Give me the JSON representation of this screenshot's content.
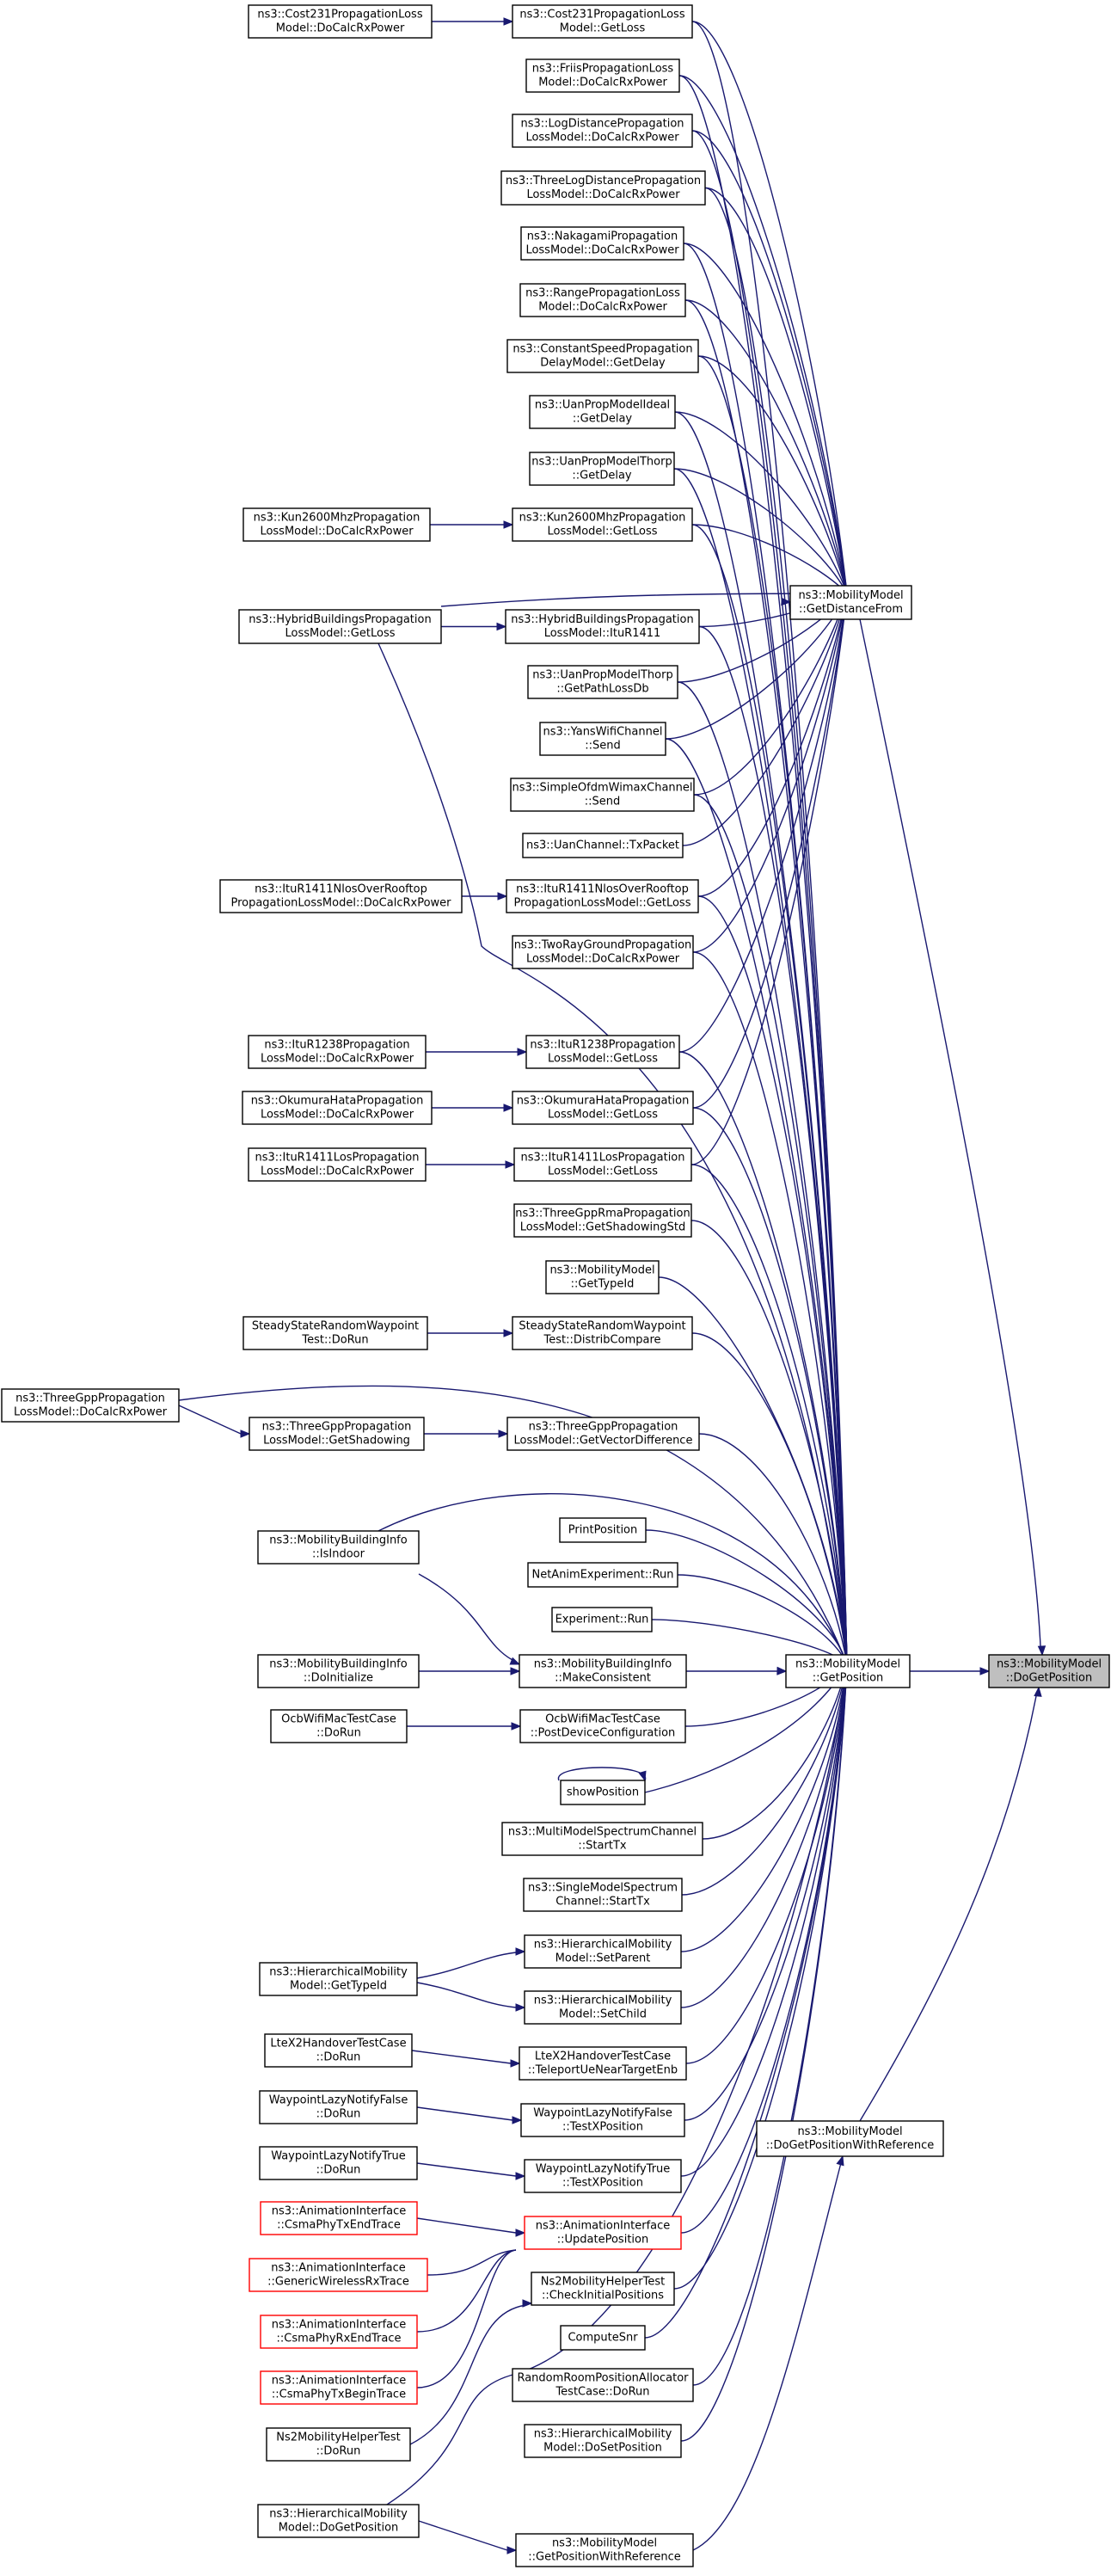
{
  "graph": {
    "edge_color": "#191970",
    "focus_fill": "#bfbfbf",
    "red_border": "#ff0000",
    "nodes": [
      {
        "id": "focus",
        "lines": [
          "ns3::MobilityModel",
          "::DoGetPosition"
        ],
        "style": "focus"
      },
      {
        "id": "getpos",
        "lines": [
          "ns3::MobilityModel",
          "::GetPosition"
        ]
      },
      {
        "id": "getdist",
        "lines": [
          "ns3::MobilityModel",
          "::GetDistanceFrom"
        ]
      },
      {
        "id": "dogpwr",
        "lines": [
          "ns3::MobilityModel",
          "::DoGetPositionWithReference"
        ]
      },
      {
        "id": "gpwr",
        "lines": [
          "ns3::MobilityModel",
          "::GetPositionWithReference"
        ]
      },
      {
        "id": "cost231get",
        "lines": [
          "ns3::Cost231PropagationLoss",
          "Model::GetLoss"
        ]
      },
      {
        "id": "cost231rx",
        "lines": [
          "ns3::Cost231PropagationLoss",
          "Model::DoCalcRxPower"
        ]
      },
      {
        "id": "friis",
        "lines": [
          "ns3::FriisPropagationLoss",
          "Model::DoCalcRxPower"
        ]
      },
      {
        "id": "logdist",
        "lines": [
          "ns3::LogDistancePropagation",
          "LossModel::DoCalcRxPower"
        ]
      },
      {
        "id": "threelog",
        "lines": [
          "ns3::ThreeLogDistancePropagation",
          "LossModel::DoCalcRxPower"
        ]
      },
      {
        "id": "nakagami",
        "lines": [
          "ns3::NakagamiPropagation",
          "LossModel::DoCalcRxPower"
        ]
      },
      {
        "id": "range",
        "lines": [
          "ns3::RangePropagationLoss",
          "Model::DoCalcRxPower"
        ]
      },
      {
        "id": "constspeed",
        "lines": [
          "ns3::ConstantSpeedPropagation",
          "DelayModel::GetDelay"
        ]
      },
      {
        "id": "uanideal",
        "lines": [
          "ns3::UanPropModelIdeal",
          "::GetDelay"
        ]
      },
      {
        "id": "uanthorpdelay",
        "lines": [
          "ns3::UanPropModelThorp",
          "::GetDelay"
        ]
      },
      {
        "id": "kun2600get",
        "lines": [
          "ns3::Kun2600MhzPropagation",
          "LossModel::GetLoss"
        ]
      },
      {
        "id": "kun2600rx",
        "lines": [
          "ns3::Kun2600MhzPropagation",
          "LossModel::DoCalcRxPower"
        ]
      },
      {
        "id": "hybridget",
        "lines": [
          "ns3::HybridBuildingsPropagation",
          "LossModel::GetLoss"
        ]
      },
      {
        "id": "hybriditu",
        "lines": [
          "ns3::HybridBuildingsPropagation",
          "LossModel::ItuR1411"
        ]
      },
      {
        "id": "uanthorppath",
        "lines": [
          "ns3::UanPropModelThorp",
          "::GetPathLossDb"
        ]
      },
      {
        "id": "yans",
        "lines": [
          "ns3::YansWifiChannel",
          "::Send"
        ]
      },
      {
        "id": "simpleofdm",
        "lines": [
          "ns3::SimpleOfdmWimaxChannel",
          "::Send"
        ]
      },
      {
        "id": "uanchannel",
        "lines": [
          "ns3::UanChannel::TxPacket"
        ]
      },
      {
        "id": "itunlosget",
        "lines": [
          "ns3::ItuR1411NlosOverRooftop",
          "PropagationLossModel::GetLoss"
        ]
      },
      {
        "id": "itunlosrx",
        "lines": [
          "ns3::ItuR1411NlosOverRooftop",
          "PropagationLossModel::DoCalcRxPower"
        ]
      },
      {
        "id": "tworay",
        "lines": [
          "ns3::TwoRayGroundPropagation",
          "LossModel::DoCalcRxPower"
        ]
      },
      {
        "id": "itu1238get",
        "lines": [
          "ns3::ItuR1238Propagation",
          "LossModel::GetLoss"
        ]
      },
      {
        "id": "itu1238rx",
        "lines": [
          "ns3::ItuR1238Propagation",
          "LossModel::DoCalcRxPower"
        ]
      },
      {
        "id": "okumuraget",
        "lines": [
          "ns3::OkumuraHataPropagation",
          "LossModel::GetLoss"
        ]
      },
      {
        "id": "okumurarx",
        "lines": [
          "ns3::OkumuraHataPropagation",
          "LossModel::DoCalcRxPower"
        ]
      },
      {
        "id": "itulosget",
        "lines": [
          "ns3::ItuR1411LosPropagation",
          "LossModel::GetLoss"
        ]
      },
      {
        "id": "itulosrx",
        "lines": [
          "ns3::ItuR1411LosPropagation",
          "LossModel::DoCalcRxPower"
        ]
      },
      {
        "id": "rmashadow",
        "lines": [
          "ns3::ThreeGppRmaPropagation",
          "LossModel::GetShadowingStd"
        ]
      },
      {
        "id": "mmtypeid",
        "lines": [
          "ns3::MobilityModel",
          "::GetTypeId"
        ]
      },
      {
        "id": "ssrwdistrib",
        "lines": [
          "SteadyStateRandomWaypoint",
          "Test::DistribCompare"
        ]
      },
      {
        "id": "ssrwrun",
        "lines": [
          "SteadyStateRandomWaypoint",
          "Test::DoRun"
        ]
      },
      {
        "id": "tgppvec",
        "lines": [
          "ns3::ThreeGppPropagation",
          "LossModel::GetVectorDifference"
        ]
      },
      {
        "id": "tgppshadow",
        "lines": [
          "ns3::ThreeGppPropagation",
          "LossModel::GetShadowing"
        ]
      },
      {
        "id": "tgpprx",
        "lines": [
          "ns3::ThreeGppPropagation",
          "LossModel::DoCalcRxPower"
        ]
      },
      {
        "id": "mbiindoor",
        "lines": [
          "ns3::MobilityBuildingInfo",
          "::IsIndoor"
        ]
      },
      {
        "id": "printpos",
        "lines": [
          "PrintPosition"
        ]
      },
      {
        "id": "netanim",
        "lines": [
          "NetAnimExperiment::Run"
        ]
      },
      {
        "id": "exprun",
        "lines": [
          "Experiment::Run"
        ]
      },
      {
        "id": "mbiconsist",
        "lines": [
          "ns3::MobilityBuildingInfo",
          "::MakeConsistent"
        ]
      },
      {
        "id": "mbiinit",
        "lines": [
          "ns3::MobilityBuildingInfo",
          "::DoInitialize"
        ]
      },
      {
        "id": "ocbpost",
        "lines": [
          "OcbWifiMacTestCase",
          "::PostDeviceConfiguration"
        ]
      },
      {
        "id": "ocbrun",
        "lines": [
          "OcbWifiMacTestCase",
          "::DoRun"
        ]
      },
      {
        "id": "showpos",
        "lines": [
          "showPosition"
        ]
      },
      {
        "id": "multimodel",
        "lines": [
          "ns3::MultiModelSpectrumChannel",
          "::StartTx"
        ]
      },
      {
        "id": "singlemodel",
        "lines": [
          "ns3::SingleModelSpectrum",
          "Channel::StartTx"
        ]
      },
      {
        "id": "hiersetparent",
        "lines": [
          "ns3::HierarchicalMobility",
          "Model::SetParent"
        ]
      },
      {
        "id": "hiertypeid",
        "lines": [
          "ns3::HierarchicalMobility",
          "Model::GetTypeId"
        ]
      },
      {
        "id": "hiersetchild",
        "lines": [
          "ns3::HierarchicalMobility",
          "Model::SetChild"
        ]
      },
      {
        "id": "ltex2tele",
        "lines": [
          "LteX2HandoverTestCase",
          "::TeleportUeNearTargetEnb"
        ]
      },
      {
        "id": "ltex2run",
        "lines": [
          "LteX2HandoverTestCase",
          "::DoRun"
        ]
      },
      {
        "id": "wpfalsetest",
        "lines": [
          "WaypointLazyNotifyFalse",
          "::TestXPosition"
        ]
      },
      {
        "id": "wpfalserun",
        "lines": [
          "WaypointLazyNotifyFalse",
          "::DoRun"
        ]
      },
      {
        "id": "wptruetest",
        "lines": [
          "WaypointLazyNotifyTrue",
          "::TestXPosition"
        ]
      },
      {
        "id": "wptruerun",
        "lines": [
          "WaypointLazyNotifyTrue",
          "::DoRun"
        ]
      },
      {
        "id": "animupdate",
        "lines": [
          "ns3::AnimationInterface",
          "::UpdatePosition"
        ],
        "style": "red"
      },
      {
        "id": "animcsmatxend",
        "lines": [
          "ns3::AnimationInterface",
          "::CsmaPhyTxEndTrace"
        ],
        "style": "red"
      },
      {
        "id": "animgeneric",
        "lines": [
          "ns3::AnimationInterface",
          "::GenericWirelessRxTrace"
        ],
        "style": "red"
      },
      {
        "id": "animcsmarxend",
        "lines": [
          "ns3::AnimationInterface",
          "::CsmaPhyRxEndTrace"
        ],
        "style": "red"
      },
      {
        "id": "animcsmatxbegin",
        "lines": [
          "ns3::AnimationInterface",
          "::CsmaPhyTxBeginTrace"
        ],
        "style": "red"
      },
      {
        "id": "ns2check",
        "lines": [
          "Ns2MobilityHelperTest",
          "::CheckInitialPositions"
        ]
      },
      {
        "id": "ns2run",
        "lines": [
          "Ns2MobilityHelperTest",
          "::DoRun"
        ]
      },
      {
        "id": "computesnr",
        "lines": [
          "ComputeSnr"
        ]
      },
      {
        "id": "randroom",
        "lines": [
          "RandomRoomPositionAllocator",
          "TestCase::DoRun"
        ]
      },
      {
        "id": "hiersetpos",
        "lines": [
          "ns3::HierarchicalMobility",
          "Model::DoSetPosition"
        ]
      },
      {
        "id": "hierdoget",
        "lines": [
          "ns3::HierarchicalMobility",
          "Model::DoGetPosition"
        ]
      }
    ]
  }
}
